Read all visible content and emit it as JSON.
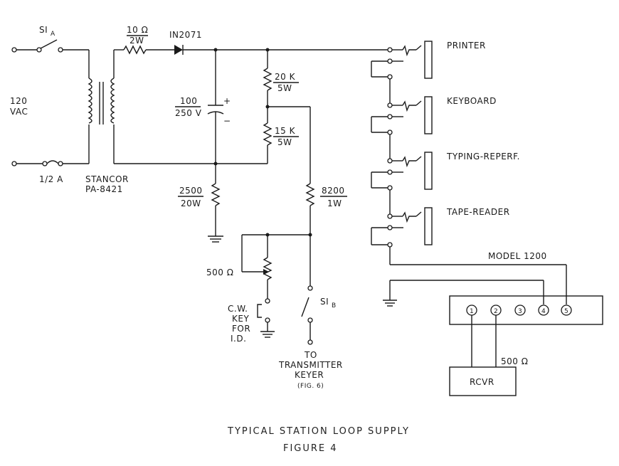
{
  "labels": {
    "switch_a": "SI",
    "switch_a_sub": "A",
    "switch_b": "SI",
    "switch_b_sub": "B",
    "line_voltage": "120",
    "line_voltage_unit": "VAC",
    "fuse": "1/2 A",
    "transformer_make": "STANCOR",
    "transformer_model": "PA-8421",
    "res_10_value": "10 Ω",
    "res_10_power": "2W",
    "diode": "IN2071",
    "cap_value": "100",
    "cap_voltage": "250 V",
    "plus": "+",
    "minus": "−",
    "res_20k_value": "20 K",
    "res_20k_power": "5W",
    "res_15k_value": "15 K",
    "res_15k_power": "5W",
    "res_2500_value": "2500",
    "res_2500_power": "20W",
    "res_8200_value": "8200",
    "res_8200_power": "1W",
    "pot_value": "500 Ω",
    "cw_key_1": "C.W.",
    "cw_key_2": "KEY",
    "cw_key_3": "FOR",
    "cw_key_4": "I.D.",
    "to_1": "TO",
    "to_2": "TRANSMITTER",
    "to_3": "KEYER",
    "to_4": "(FIG. 6)",
    "printer": "PRINTER",
    "keyboard": "KEYBOARD",
    "typing_reperf": "TYPING-REPERF.",
    "tape_reader": "TAPE-READER",
    "model": "MODEL 1200",
    "terminal_1": "1",
    "terminal_2": "2",
    "terminal_3": "3",
    "terminal_4": "4",
    "terminal_5": "5",
    "rcvr_impedance": "500 Ω",
    "rcvr": "RCVR"
  },
  "caption": {
    "line1": "TYPICAL  STATION  LOOP  SUPPLY",
    "line2": "FIGURE    4"
  }
}
